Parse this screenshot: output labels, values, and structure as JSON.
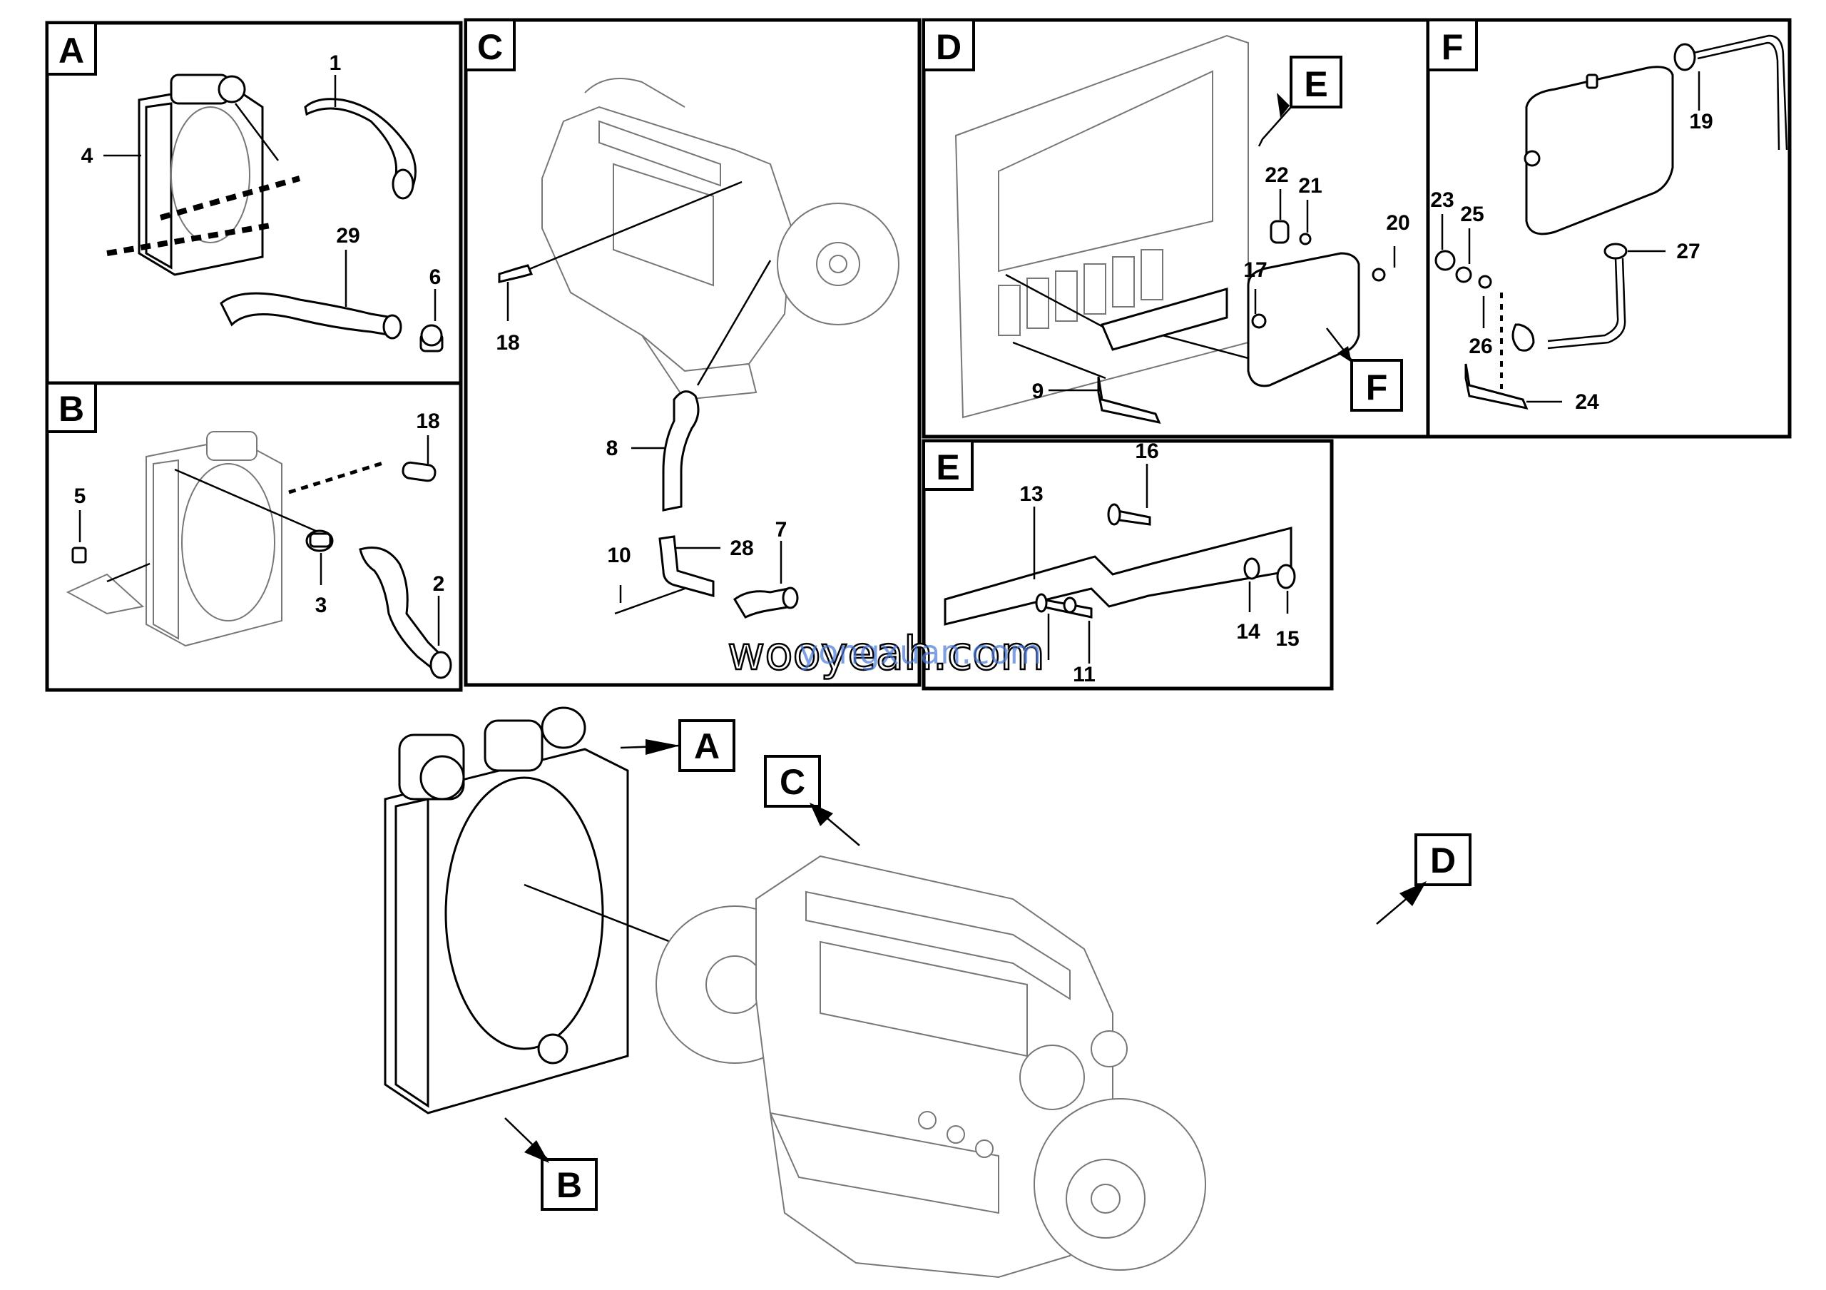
{
  "panels": [
    {
      "id": "A",
      "letter": "A"
    },
    {
      "id": "B",
      "letter": "B"
    },
    {
      "id": "C",
      "letter": "C"
    },
    {
      "id": "D",
      "letter": "D"
    },
    {
      "id": "E",
      "letter": "E"
    },
    {
      "id": "F",
      "letter": "F"
    }
  ],
  "callouts": {
    "d_to_e": "E",
    "d_to_f": "F",
    "main_a": "A",
    "main_b": "B",
    "main_c": "C",
    "main_d": "D"
  },
  "part_labels": {
    "p1": "1",
    "p2": "2",
    "p3": "3",
    "p4": "4",
    "p5": "5",
    "p6": "6",
    "p7": "7",
    "p8": "8",
    "p9": "9",
    "p10": "10",
    "p11": "11",
    "p13": "13",
    "p14": "14",
    "p15": "15",
    "p16": "16",
    "p17": "17",
    "p18a": "18",
    "p18b": "18",
    "p19": "19",
    "p20": "20",
    "p21": "21",
    "p22": "22",
    "p23": "23",
    "p24": "24",
    "p25": "25",
    "p26": "26",
    "p27": "27",
    "p28": "28",
    "p29": "29"
  },
  "watermark": "wooyeah.com",
  "watermark_overlay": "yongxuan.com"
}
